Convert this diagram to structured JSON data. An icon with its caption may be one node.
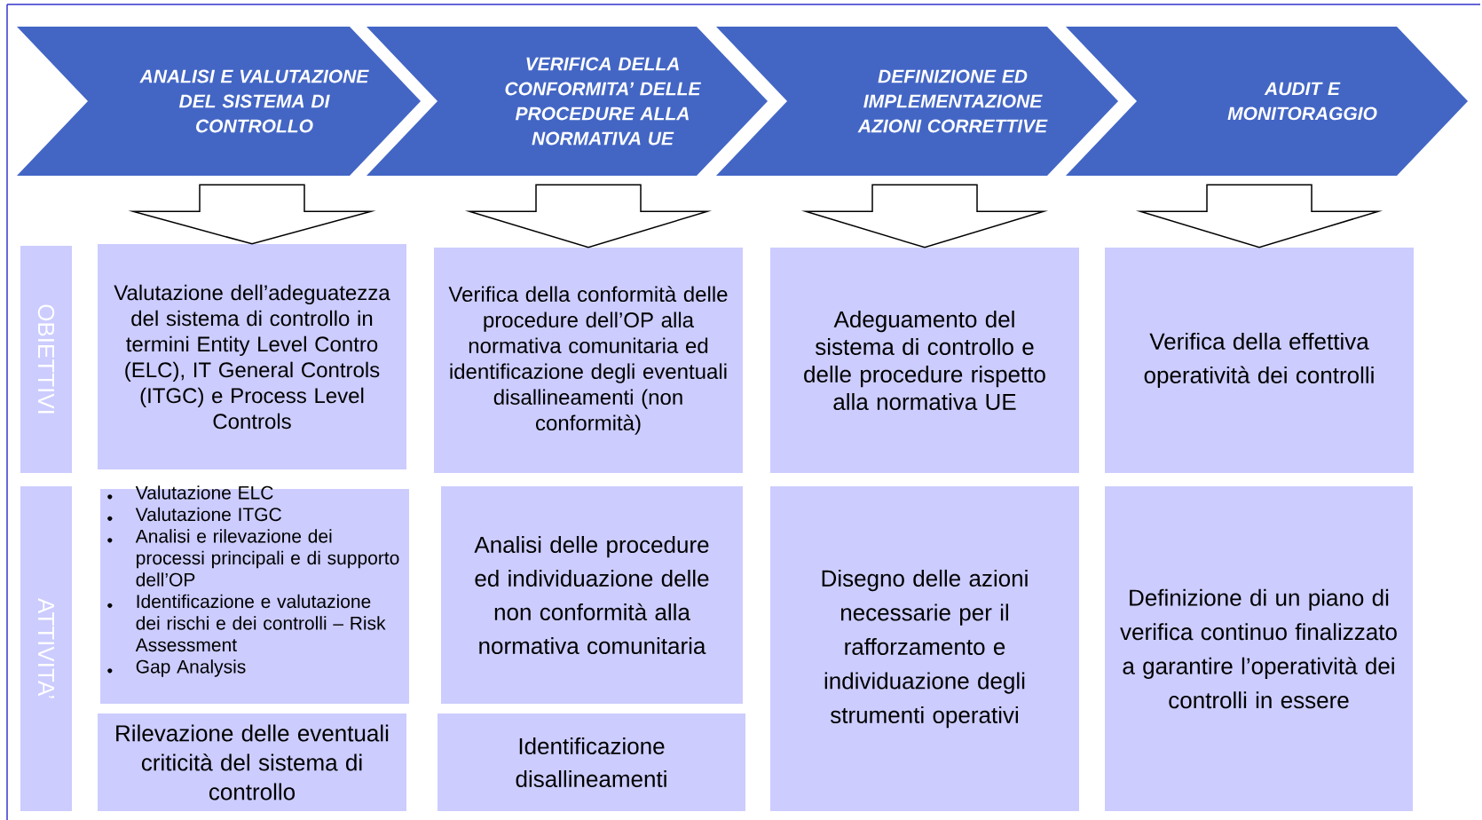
{
  "diagram": {
    "nodes": [
      {
        "text": [
          "ANALISI E VALUTAZIONE DEL SISTEMA DI CONTROLLO"
        ]
      },
      {
        "text": [
          "VERIFICA DELLA CONFORMITA’ DELLE PROCEDURE ALLA NORMATIVA UE"
        ]
      },
      {
        "text": [
          "DEFINIZIONE ED IMPLEMENTAZIONE AZIONI CORRETTIVE"
        ]
      },
      {
        "text": [
          "AUDIT E MONITORAGGIO"
        ]
      },
      {
        "text": [
          "OBIETTIVI"
        ]
      },
      {
        "text": [
          "Valutazione dell’adeguatezza del sistema di controllo in termini Entity Level Contro (ELC), IT General Controls (ITGC) e Process Level Controls"
        ]
      },
      {
        "text": [
          "Verifica della conformità delle procedure dell’OP alla normativa comunitaria ed identificazione degli eventuali disallineamenti (non conformità)"
        ]
      },
      {
        "text": [
          "Adeguamento del sistema di controllo e delle procedure rispetto alla normativa UE"
        ]
      },
      {
        "text": [
          "Verifica della effettiva operatività dei controlli"
        ]
      },
      {
        "text": [
          "ATTIVITA’"
        ]
      },
      {
        "text": [
          "Valutazione ELC",
          "Valutazione ITGC",
          "Analisi e rilevazione dei processi principali e di supporto dell’OP",
          "Identificazione e valutazione dei rischi e dei controlli – Risk Assessment",
          "Gap Analysis"
        ]
      },
      {
        "text": [
          "Rilevazione delle eventuali criticità del sistema di controllo"
        ]
      },
      {
        "text": [
          "Analisi delle procedure ed individuazione delle non conformità alla normativa comunitaria"
        ]
      },
      {
        "text": [
          "Identificazione disallineamenti"
        ]
      },
      {
        "text": [
          "Disegno delle azioni necessarie per il rafforzamento e individuazione degli strumenti operativi"
        ]
      },
      {
        "text": [
          "Definizione di un piano di verifica continuo finalizzato a garantire l’operatività dei controlli in essere"
        ]
      }
    ],
    "edges": [
      {
        "from": 0,
        "to": 5,
        "arrow": "to"
      },
      {
        "from": 1,
        "to": 6,
        "arrow": "to"
      },
      {
        "from": 2,
        "to": 7,
        "arrow": "to"
      },
      {
        "from": 3,
        "to": 8,
        "arrow": "to"
      }
    ]
  }
}
